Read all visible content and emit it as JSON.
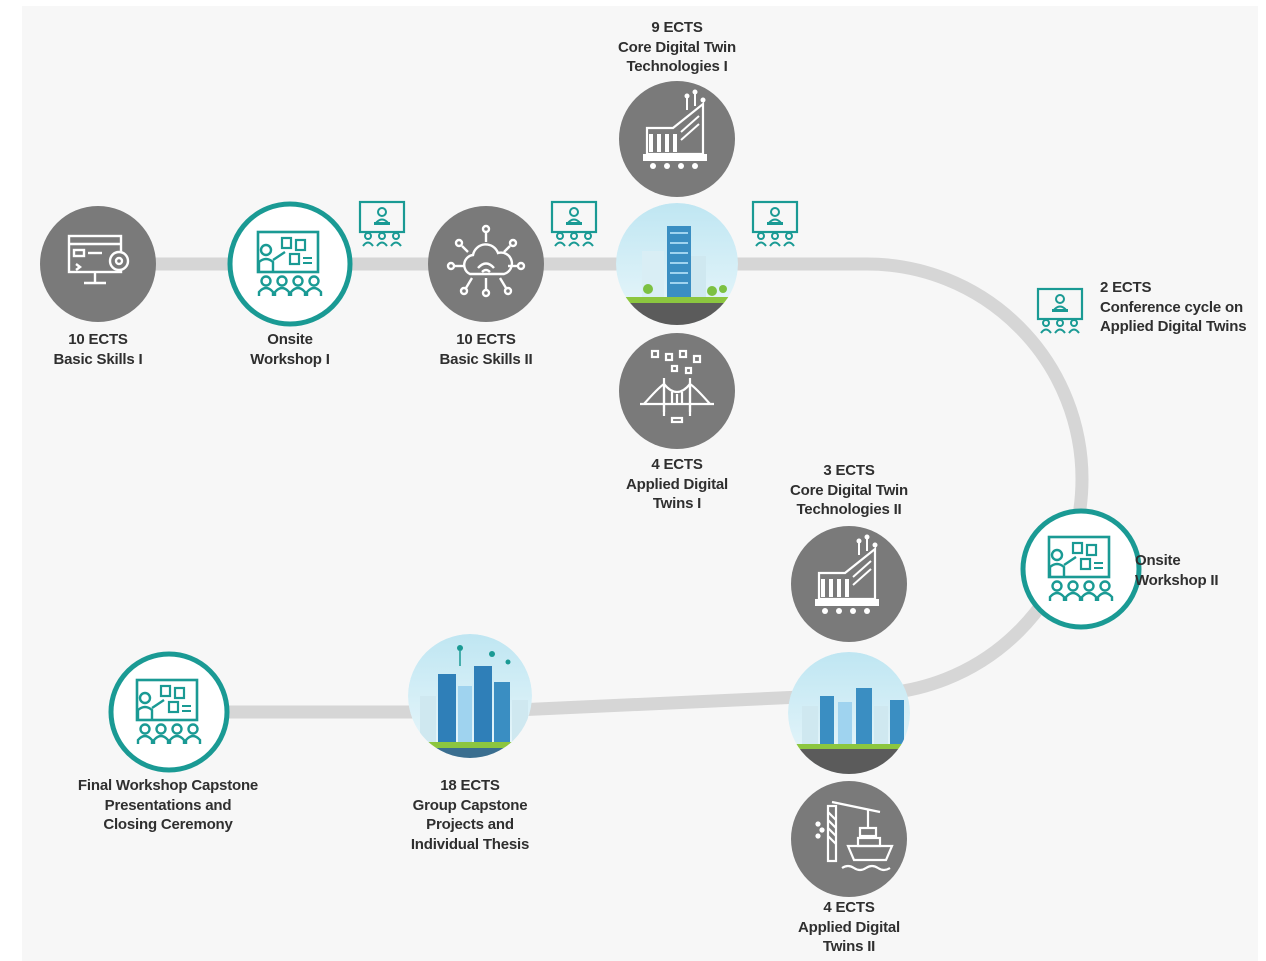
{
  "colors": {
    "accent": "#1a9a94",
    "node_gray": "#7a7a7a",
    "track": "#d6d6d6",
    "text": "#2f2f2f"
  },
  "labels": {
    "basic_skills_1": [
      "10 ECTS",
      "Basic Skills I"
    ],
    "onsite_workshop_1": [
      "Onsite",
      "Workshop I"
    ],
    "basic_skills_2": [
      "10 ECTS",
      "Basic Skills II"
    ],
    "core_dt_1": [
      "9 ECTS",
      "Core Digital Twin",
      "Technologies I"
    ],
    "applied_dt_1": [
      "4 ECTS",
      "Applied Digital",
      "Twins I"
    ],
    "conference": [
      "2 ECTS",
      "Conference cycle on",
      "Applied Digital Twins"
    ],
    "onsite_workshop_2": [
      "Onsite",
      "Workshop II"
    ],
    "core_dt_2": [
      "3 ECTS",
      "Core Digital Twin",
      "Technologies II"
    ],
    "applied_dt_2": [
      "4 ECTS",
      "Applied Digital",
      "Twins II"
    ],
    "capstone": [
      "18 ECTS",
      "Group Capstone",
      "Projects and",
      "Individual Thesis"
    ],
    "final_workshop": [
      "Final Workshop Capstone",
      "Presentations and",
      "Closing Ceremony"
    ]
  },
  "icons": {
    "node_computer": "computer-gear-icon",
    "node_cloud": "cloud-network-icon",
    "node_workshop": "workshop-presentation-icon",
    "node_factory": "factory-icon",
    "node_bridge": "bridge-icon",
    "node_crane": "crane-ship-icon",
    "node_city": "city-skyline-icon",
    "conference": "conference-icon"
  }
}
